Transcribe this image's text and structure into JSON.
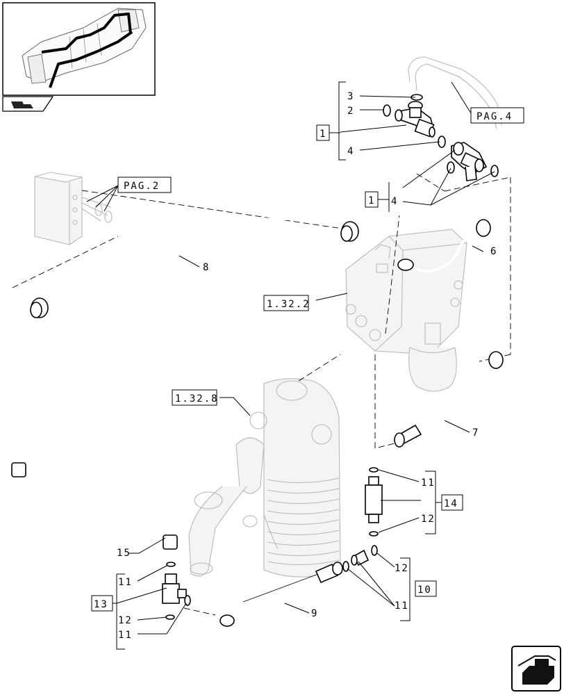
{
  "refs": {
    "pag2": "PAG.2",
    "pag4": "PAG.4",
    "ref_1_32_2": "1.32.2",
    "ref_1_32_8": "1.32.8"
  },
  "groups": {
    "g1a": "1",
    "g1b": "1",
    "g10": "10",
    "g13": "13",
    "g14": "14"
  },
  "callouts": {
    "c2": "2",
    "c3": "3",
    "c4a": "4",
    "c4b": "4",
    "c6": "6",
    "c7": "7",
    "c8": "8",
    "c9": "9",
    "c11a": "11",
    "c11b": "11",
    "c11c": "11",
    "c11d": "11",
    "c12a": "12",
    "c12b": "12",
    "c12c": "12",
    "c15": "15"
  },
  "icons": [
    "thumbnail-tractor-transmission",
    "back-page-icon",
    "next-page-icon"
  ]
}
